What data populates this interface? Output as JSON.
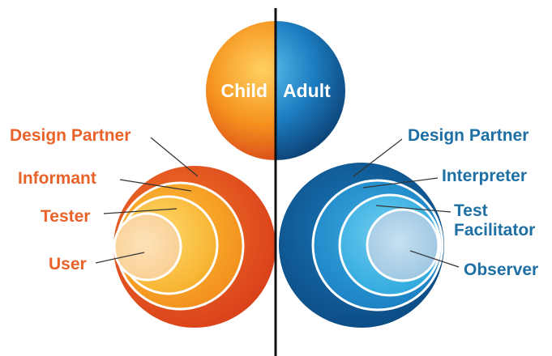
{
  "top_circle": {
    "left_label": "Child",
    "right_label": "Adult"
  },
  "child_roles": [
    "Design Partner",
    "Informant",
    "Tester",
    "User"
  ],
  "adult_roles": [
    "Design Partner",
    "Interpreter",
    "Test",
    "Facilitator",
    "Observer"
  ],
  "colors": {
    "child_text": "#e8622a",
    "adult_text": "#1e6fa3",
    "child_outer": "#e8501f",
    "child_mid": "#f5a623",
    "child_inner": "#f8cc5a",
    "child_core": "#fbd9a6",
    "adult_outer": "#0f5d97",
    "adult_mid": "#1d8fcc",
    "adult_inner": "#3db4e2",
    "adult_core": "#a9cde6",
    "divider": "#111111"
  }
}
